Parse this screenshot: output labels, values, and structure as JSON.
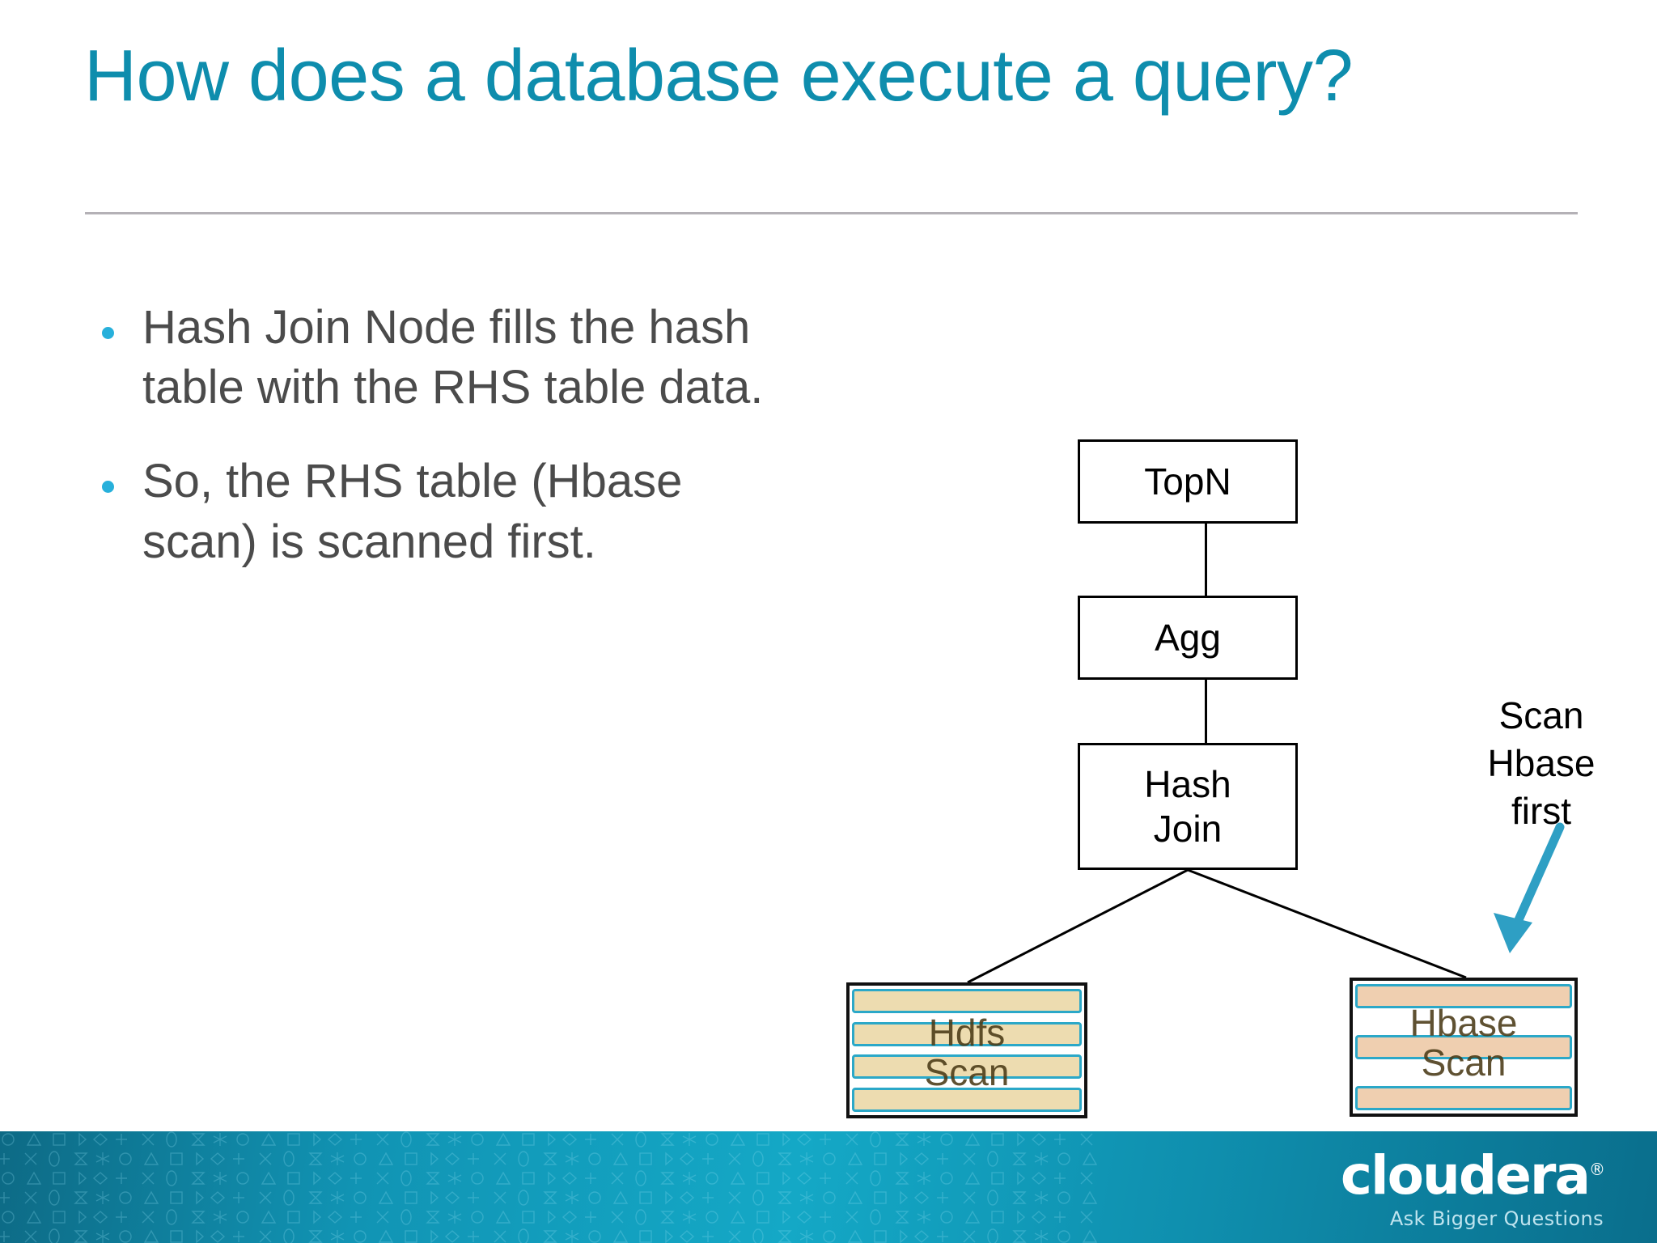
{
  "slide": {
    "title": "How does a database execute a query?",
    "title_color": "#0E8DAD",
    "background": "#ffffff"
  },
  "bullets": {
    "marker_color": "#27B0DB",
    "text_color": "#4b4b4b",
    "items": [
      "Hash Join Node fills the hash table with the RHS table data.",
      "So, the RHS table (Hbase scan) is scanned first."
    ]
  },
  "diagram": {
    "type": "query-plan-tree",
    "nodes": [
      {
        "id": "topn",
        "label": "TopN"
      },
      {
        "id": "agg",
        "label": "Agg"
      },
      {
        "id": "hashjoin",
        "label_line1": "Hash",
        "label_line2": "Join"
      }
    ],
    "leaves": [
      {
        "id": "hdfs-scan",
        "label_line1": "Hdfs",
        "label_line2": "Scan",
        "bar_count": 4,
        "bar_color": "#EDDCB0",
        "bar_border": "#2BA8C8"
      },
      {
        "id": "hbase-scan",
        "label_line1": "Hbase",
        "label_line2": "Scan",
        "bar_count": 3,
        "bar_color": "#EFCFB0",
        "bar_border": "#2BA8C8"
      }
    ],
    "edges": [
      {
        "from": "topn",
        "to": "agg"
      },
      {
        "from": "agg",
        "to": "hashjoin"
      },
      {
        "from": "hashjoin",
        "to": "hdfs-scan"
      },
      {
        "from": "hashjoin",
        "to": "hbase-scan"
      }
    ],
    "callout": {
      "line1": "Scan",
      "line2": "Hbase",
      "line3": "first",
      "arrow_color": "#2E9FC4",
      "arrow_target": "hbase-scan"
    }
  },
  "footer": {
    "brand": "cloudera",
    "registered_mark": "®",
    "tagline": "Ask Bigger Questions",
    "band_color_left": "#0d6a85",
    "band_color_mid": "#14a8c6",
    "band_color_right": "#0a6e8c"
  }
}
